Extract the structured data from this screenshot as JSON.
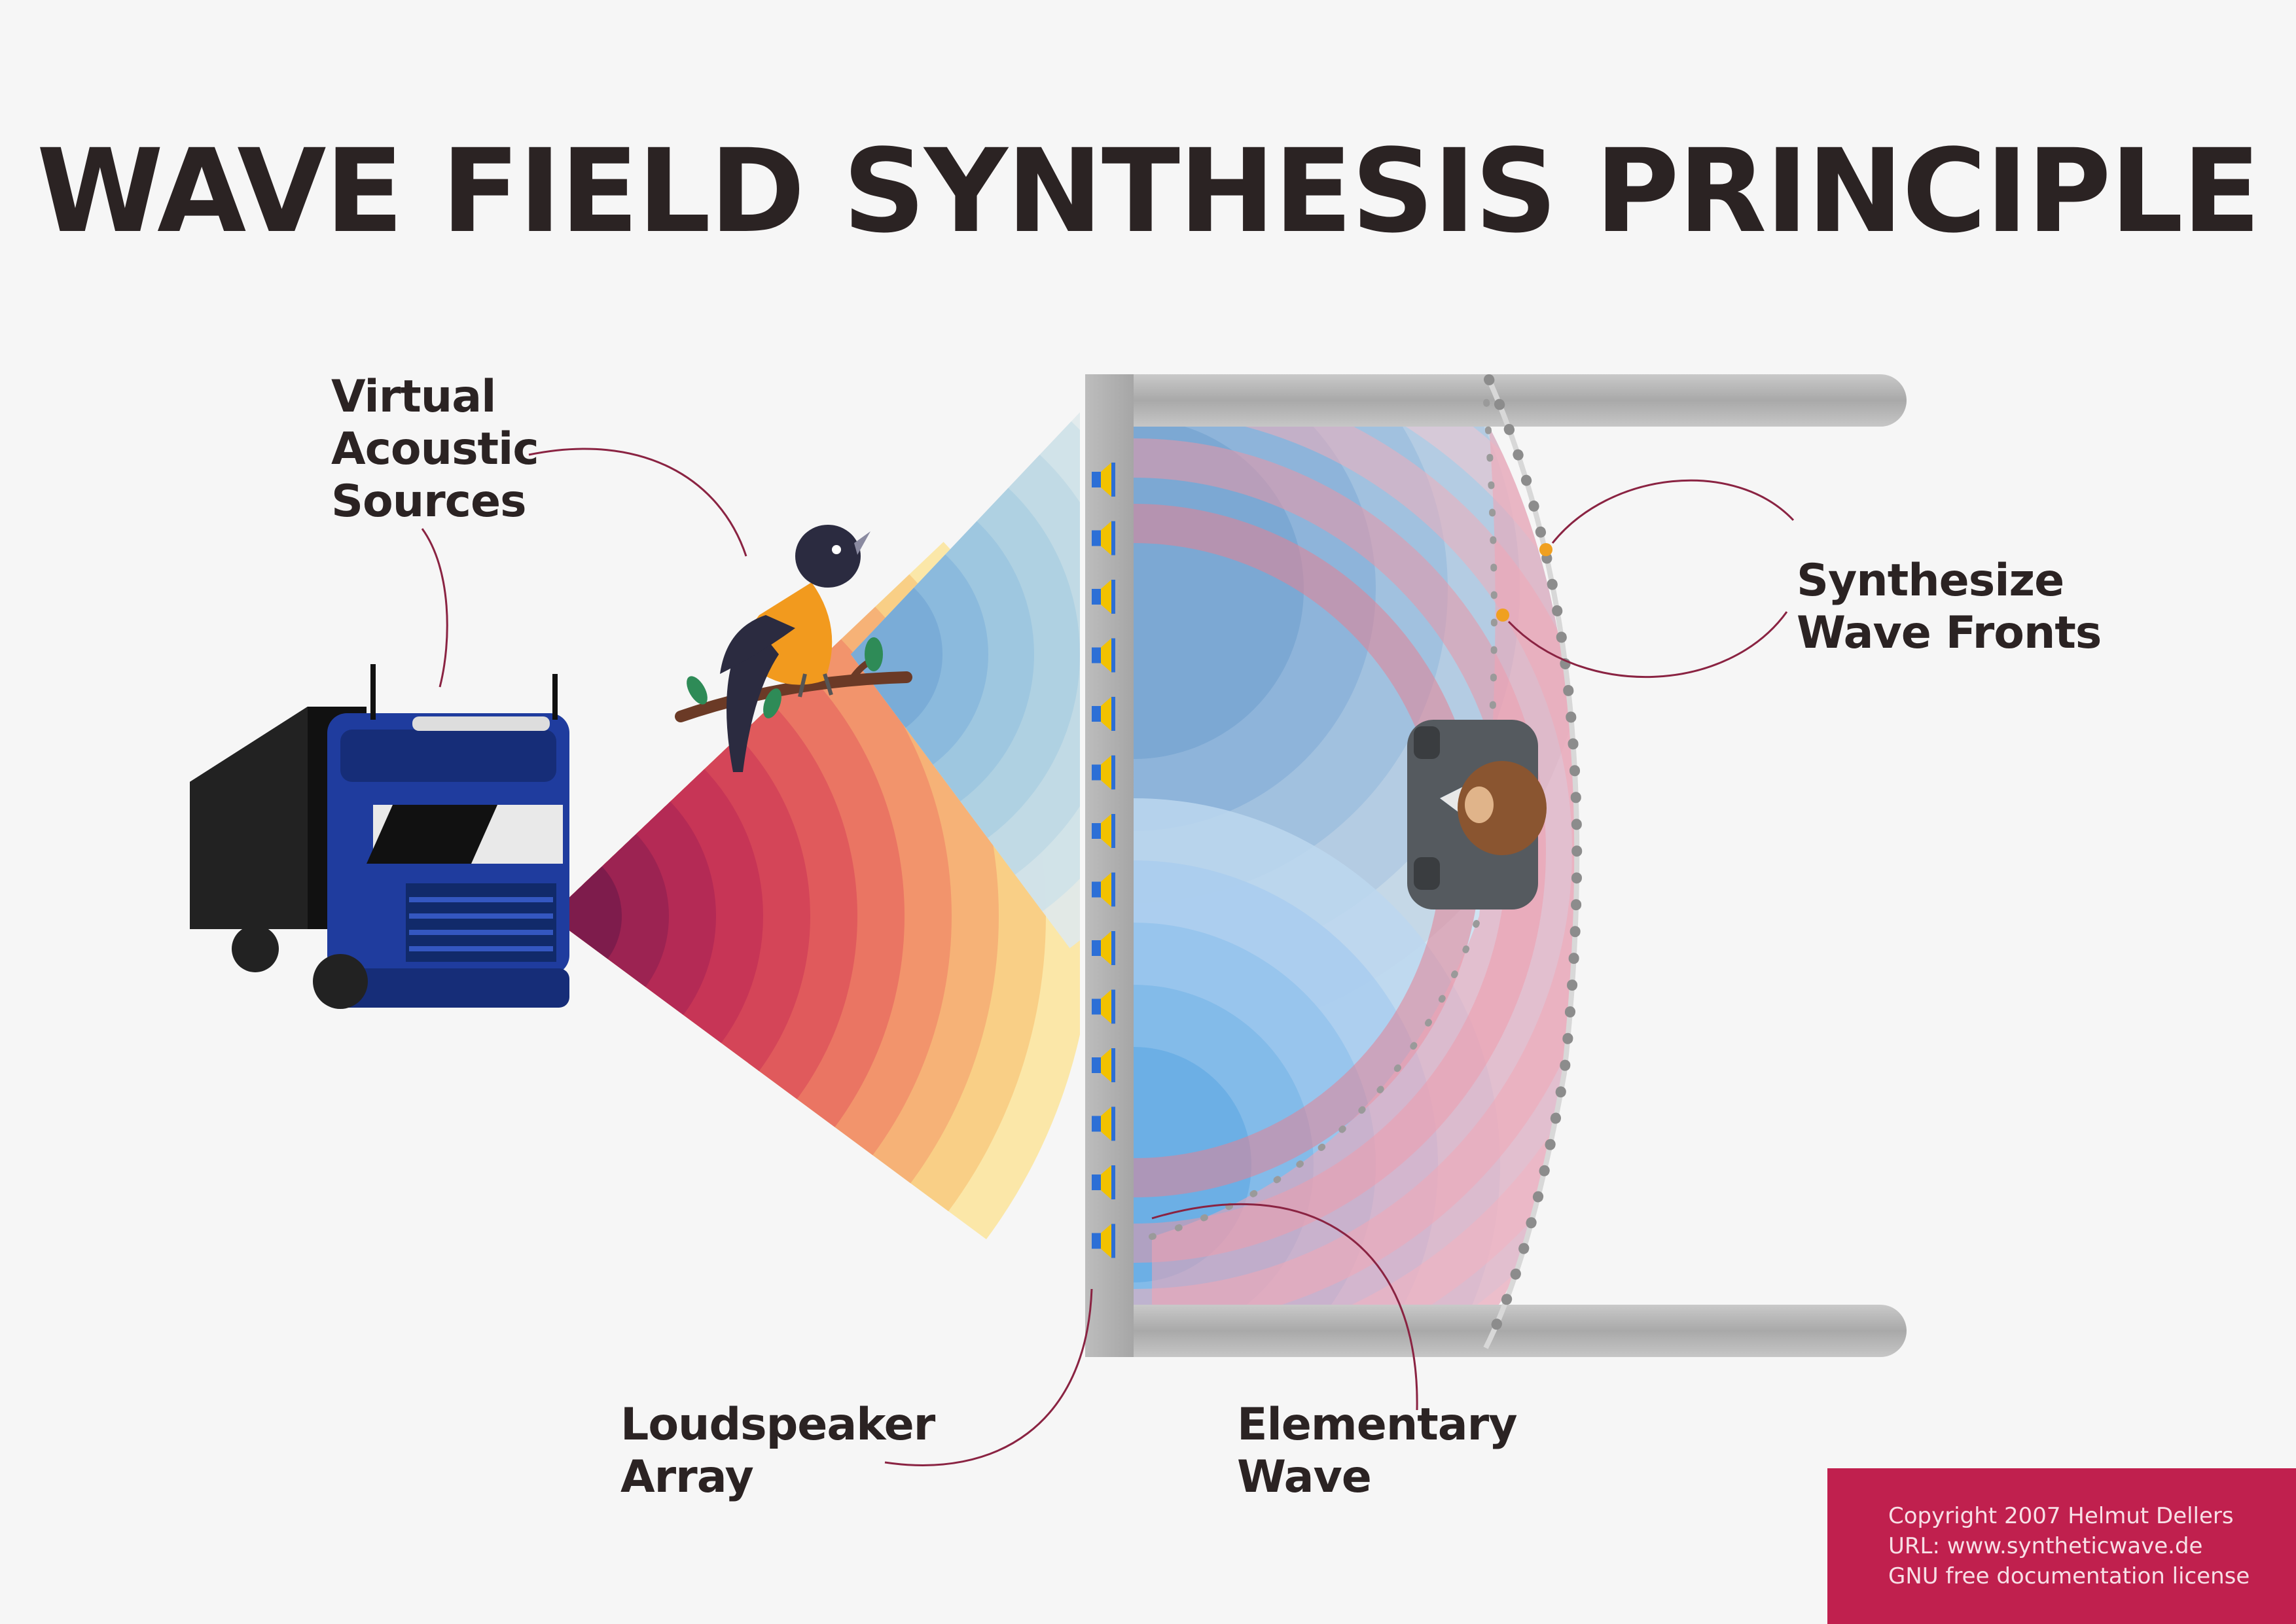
{
  "title": "WAVE FIELD SYNTHESIS PRINCIPLE",
  "labels": {
    "virtual_sources": [
      "Virtual",
      "Acoustic",
      "Sources"
    ],
    "synthesize": [
      "Synthesize",
      "Wave Fronts"
    ],
    "loudspeaker": [
      "Loudspeaker",
      "Array"
    ],
    "elementary": [
      "Elementary",
      "Wave"
    ]
  },
  "copyright": {
    "line1": "Copyright 2007 Helmut Dellers",
    "line2": "URL: www.syntheticwave.de",
    "line3": "GNU free documentation license"
  },
  "colors": {
    "text": "#2b2323",
    "callout_line": "#8a2342",
    "copyright_bg": "#c0204e",
    "truck_blue": "#1f3c9e",
    "bird_orange": "#f29a1e",
    "room_gray": "#b4b4b4",
    "speaker_yellow": "#f2c200",
    "speaker_blue": "#2c6fd6"
  },
  "icons": [
    "truck-icon",
    "bird-icon",
    "listener-icon",
    "loudspeaker-icon"
  ],
  "loudspeaker_count": 14
}
